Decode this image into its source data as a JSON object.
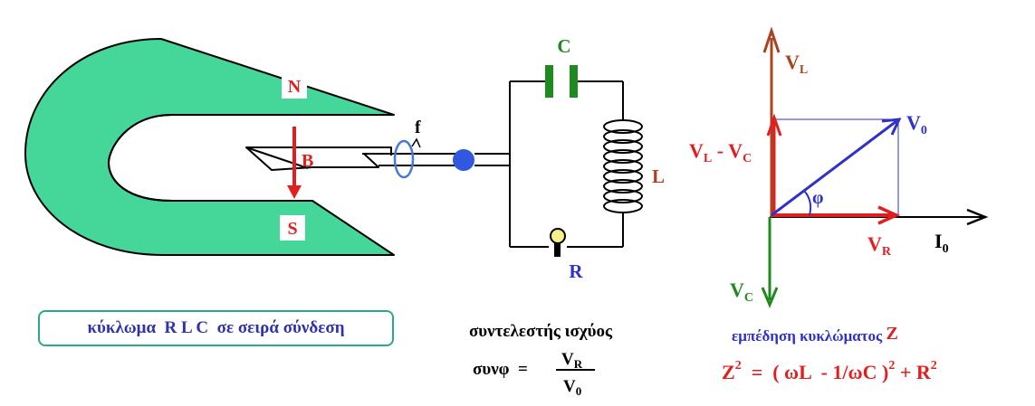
{
  "generator": {
    "north_label": "N",
    "south_label": "S",
    "field_label": "B",
    "frequency_label": "f"
  },
  "circuit": {
    "capacitor_label": "C",
    "inductor_label": "L",
    "resistor_label": "R"
  },
  "caption": "κύκλωμα  R L C  σε σειρά σύνδεση",
  "power_factor": {
    "title": "συντελεστής ισχύος",
    "lhs": "συνφ  =",
    "numerator_main": "V",
    "numerator_sub": "R",
    "denominator_main": "V",
    "denominator_sub": "0"
  },
  "phasor": {
    "vl_main": "V",
    "vl_sub": "L",
    "vdiff_main1": "V",
    "vdiff_sub1": "L",
    "vdiff_mid": " - V",
    "vdiff_sub2": "C",
    "v0_main": "V",
    "v0_sub": "0",
    "phi": "φ",
    "vr_main": "V",
    "vr_sub": "R",
    "i0_main": "I",
    "i0_sub": "0",
    "vc_main": "V",
    "vc_sub": "C"
  },
  "impedance": {
    "title": "εμπέδηση κυκλώματος",
    "symbol": "Z",
    "formula_z": "Z",
    "formula_exp1": "2",
    "formula_mid": "  =  ( ωL  - 1/ωC )",
    "formula_exp2": "2",
    "formula_plus": " + R",
    "formula_exp3": "2"
  },
  "colors": {
    "magnet": "#45d69a",
    "red": "#e02020",
    "blue": "#2f32c8",
    "green": "#1f8a1f",
    "brown": "#a84520",
    "black": "#000000",
    "ring_blue": "#4a78d8"
  }
}
